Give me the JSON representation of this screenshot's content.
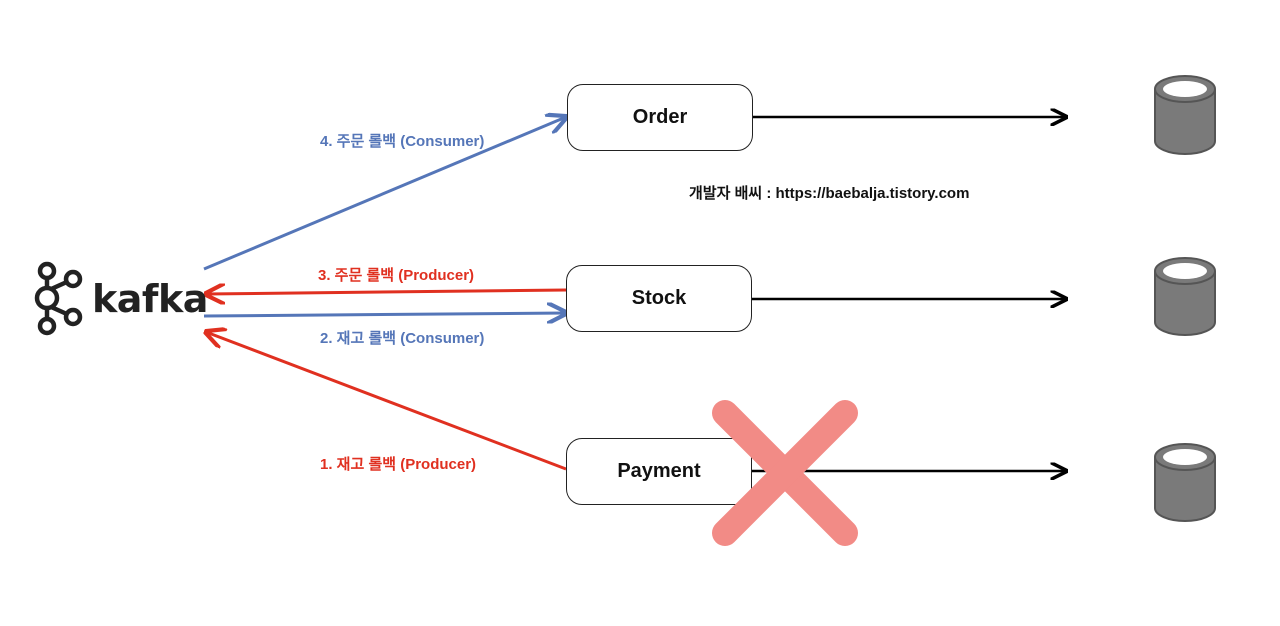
{
  "kafka": {
    "logo_text": "kafka"
  },
  "services": {
    "order": "Order",
    "stock": "Stock",
    "payment": "Payment"
  },
  "edges": {
    "order_rollback_consumer": "4. 주문 롤백 (Consumer)",
    "order_rollback_producer": "3. 주문 롤백 (Producer)",
    "stock_rollback_consumer": "2. 재고 롤백 (Consumer)",
    "stock_rollback_producer": "1. 재고 롤백 (Producer)"
  },
  "watermark": "개발자 배씨 : https://baebalja.tistory.com",
  "colors": {
    "consumer_arrow": "#5576b8",
    "producer_arrow": "#e03020",
    "failure_mark": "#f28b86",
    "database": "#7a7a7a"
  },
  "icons": {
    "kafka_logo": "kafka-logo-icon",
    "database": "database-icon",
    "failure": "x-cross-icon"
  }
}
